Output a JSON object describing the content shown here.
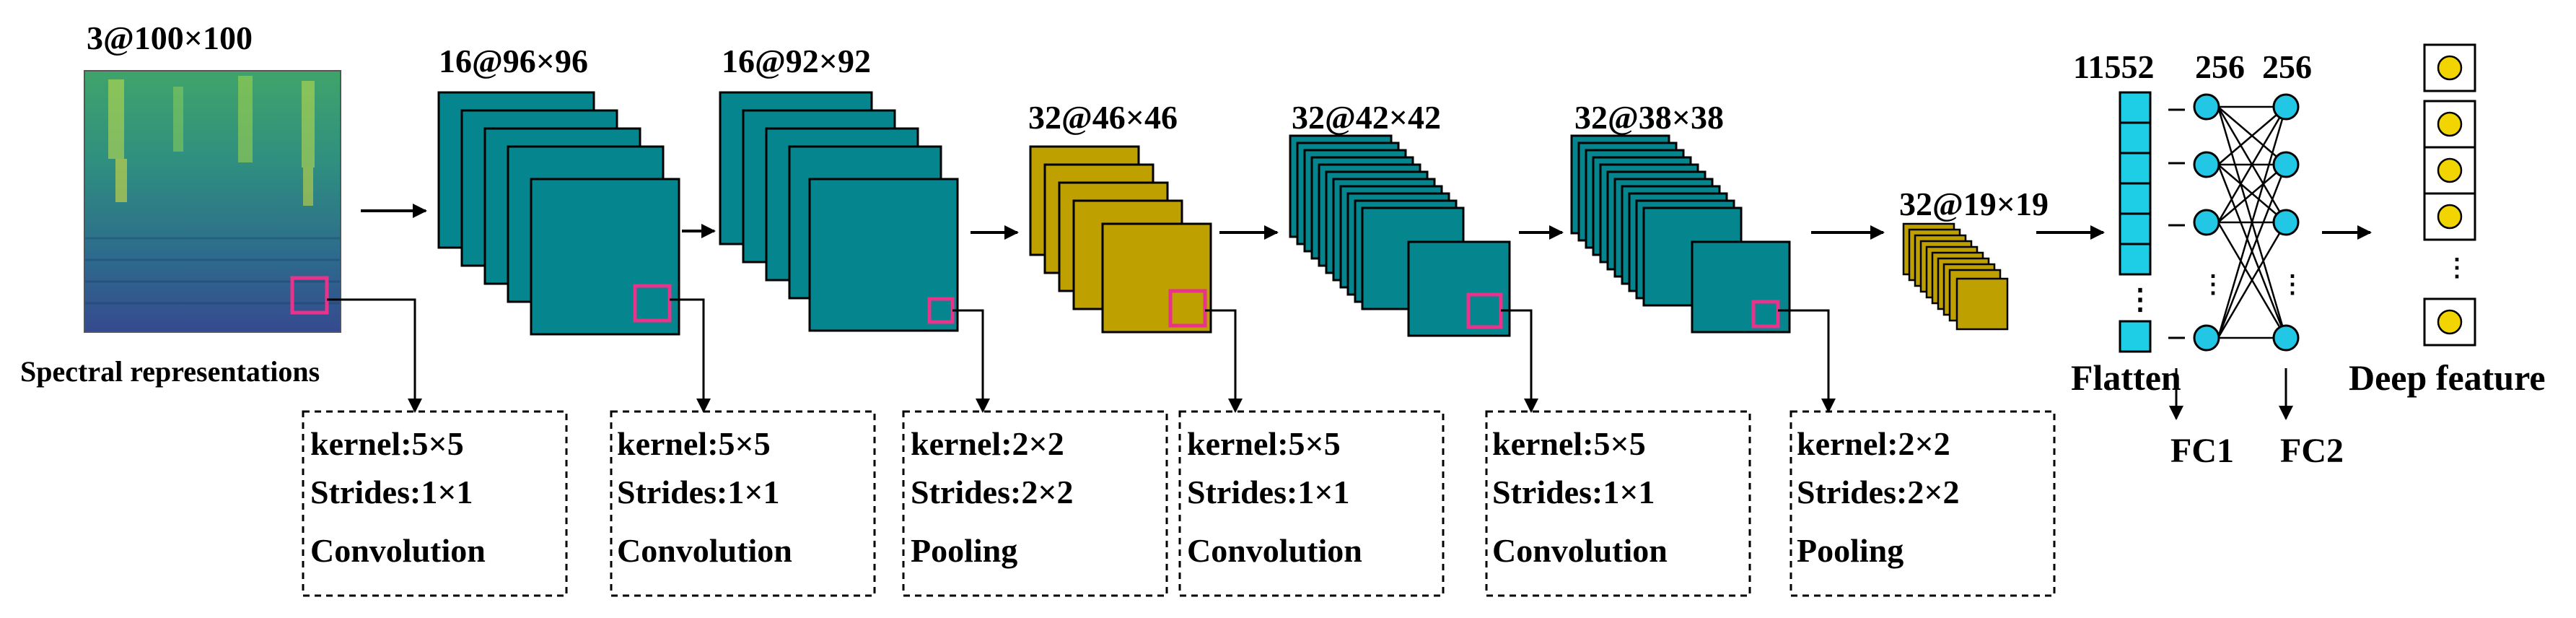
{
  "input": {
    "size_label": "3@100×100",
    "caption": "Spectral representations"
  },
  "layers": [
    {
      "size_label": "16@96×96",
      "kernel": "kernel:5×5",
      "strides": "Strides:1×1",
      "op": "Convolution"
    },
    {
      "size_label": "16@92×92",
      "kernel": "kernel:5×5",
      "strides": "Strides:1×1",
      "op": "Convolution"
    },
    {
      "size_label": "32@46×46",
      "kernel": "kernel:2×2",
      "strides": "Strides:2×2",
      "op": "Pooling"
    },
    {
      "size_label": "32@42×42",
      "kernel": "kernel:5×5",
      "strides": "Strides:1×1",
      "op": "Convolution"
    },
    {
      "size_label": "32@38×38",
      "kernel": "kernel:5×5",
      "strides": "Strides:1×1",
      "op": "Convolution"
    },
    {
      "size_label": "32@19×19",
      "kernel": "kernel:2×2",
      "strides": "Strides:2×2",
      "op": "Pooling"
    }
  ],
  "dense": {
    "flatten_count": "11552",
    "fc1_count": "256",
    "fc2_count": "256",
    "flatten_label": "Flatten",
    "fc1_label": "FC1",
    "fc2_label": "FC2",
    "output_label": "Deep feature",
    "ellipsis": "⋮"
  },
  "colors": {
    "conv": "#05868f",
    "pool": "#bea100",
    "kernel_marker": "#e8338a",
    "flatten_cell": "#1ecde6",
    "neuron": "#23c7e6",
    "output_neuron": "#f2d400"
  }
}
